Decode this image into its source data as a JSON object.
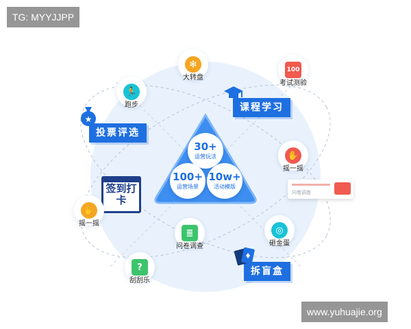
{
  "watermark_top": "TG: MYYJJPP",
  "watermark_bottom": "www.yuhuajie.org",
  "center": {
    "top_value": "30+",
    "top_caption": "运营玩法",
    "left_value": "100+",
    "left_caption": "运营场景",
    "right_value": "10w+",
    "right_caption": "活动模版"
  },
  "tags": {
    "course": "课程学习",
    "vote": "投票评选",
    "checkin": "签到打卡",
    "blindbox": "拆盲盒"
  },
  "nodes": {
    "wheel": "大转盘",
    "exam": "考试测验",
    "run": "跑步",
    "shake_right": "摇一摇",
    "shake_left": "摇一摇",
    "survey": "问卷调查",
    "egg": "砸金蛋",
    "scratch": "刮刮乐"
  },
  "mini_form_text": "问卷调查",
  "colors": {
    "accent": "#1e6fe0",
    "orange": "#f5a623",
    "teal": "#19c3d6",
    "green": "#3cc46c",
    "red": "#f05a4f"
  }
}
